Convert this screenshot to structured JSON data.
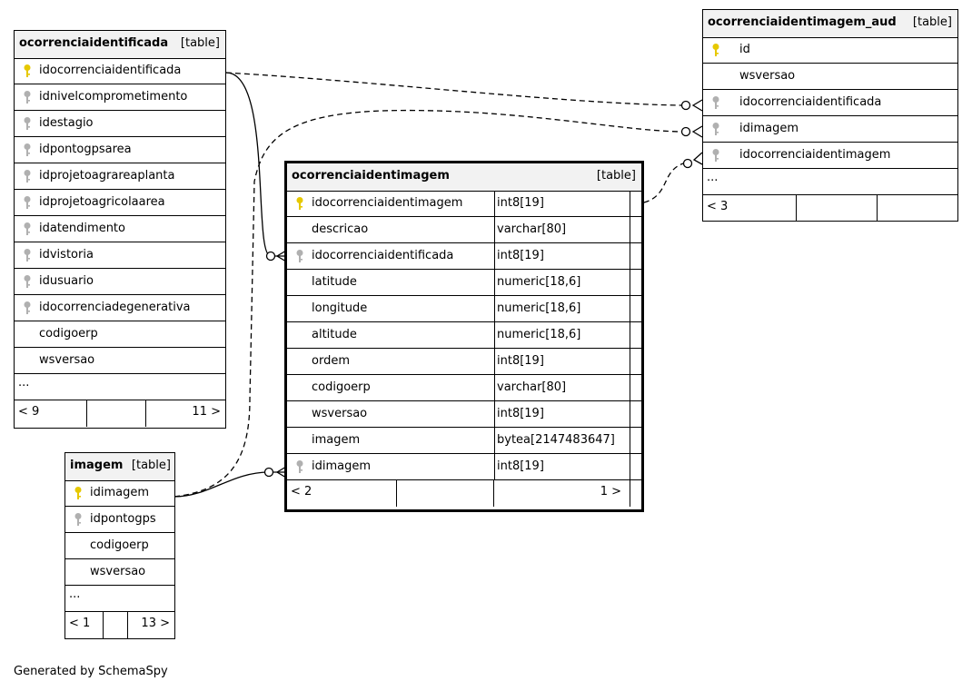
{
  "colors": {
    "primary_key": "#e6c800",
    "foreign_key": "#b0b0b0",
    "header_bg": "#f2f2f2"
  },
  "tables": {
    "ocorrenciaidentificada": {
      "name": "ocorrenciaidentificada",
      "tag": "[table]",
      "columns": [
        {
          "name": "idocorrenciaidentificada",
          "key": "primary"
        },
        {
          "name": "idnivelcomprometimento",
          "key": "foreign"
        },
        {
          "name": "idestagio",
          "key": "foreign"
        },
        {
          "name": "idpontogpsarea",
          "key": "foreign"
        },
        {
          "name": "idprojetoagrareaplanta",
          "key": "foreign"
        },
        {
          "name": "idprojetoagricolaarea",
          "key": "foreign"
        },
        {
          "name": "idatendimento",
          "key": "foreign"
        },
        {
          "name": "idvistoria",
          "key": "foreign"
        },
        {
          "name": "idusuario",
          "key": "foreign"
        },
        {
          "name": "idocorrenciadegenerativa",
          "key": "foreign"
        },
        {
          "name": "codigoerp",
          "key": "none"
        },
        {
          "name": "wsversao",
          "key": "none"
        }
      ],
      "more": "...",
      "footer_left": "< 9",
      "footer_right": "11 >"
    },
    "ocorrenciaidentimagem_aud": {
      "name": "ocorrenciaidentimagem_aud",
      "tag": "[table]",
      "columns": [
        {
          "name": "id",
          "key": "primary"
        },
        {
          "name": "wsversao",
          "key": "none"
        },
        {
          "name": "idocorrenciaidentificada",
          "key": "foreign"
        },
        {
          "name": "idimagem",
          "key": "foreign"
        },
        {
          "name": "idocorrenciaidentimagem",
          "key": "foreign"
        }
      ],
      "more": "...",
      "footer_left": "< 3",
      "footer_right": ""
    },
    "ocorrenciaidentimagem": {
      "name": "ocorrenciaidentimagem",
      "tag": "[table]",
      "columns": [
        {
          "name": "idocorrenciaidentimagem",
          "type": "int8[19]",
          "key": "primary"
        },
        {
          "name": "descricao",
          "type": "varchar[80]",
          "key": "none"
        },
        {
          "name": "idocorrenciaidentificada",
          "type": "int8[19]",
          "key": "foreign"
        },
        {
          "name": "latitude",
          "type": "numeric[18,6]",
          "key": "none"
        },
        {
          "name": "longitude",
          "type": "numeric[18,6]",
          "key": "none"
        },
        {
          "name": "altitude",
          "type": "numeric[18,6]",
          "key": "none"
        },
        {
          "name": "ordem",
          "type": "int8[19]",
          "key": "none"
        },
        {
          "name": "codigoerp",
          "type": "varchar[80]",
          "key": "none"
        },
        {
          "name": "wsversao",
          "type": "int8[19]",
          "key": "none"
        },
        {
          "name": "imagem",
          "type": "bytea[2147483647]",
          "key": "none"
        },
        {
          "name": "idimagem",
          "type": "int8[19]",
          "key": "foreign"
        }
      ],
      "footer_left": "< 2",
      "footer_right": "1 >"
    },
    "imagem": {
      "name": "imagem",
      "tag": "[table]",
      "columns": [
        {
          "name": "idimagem",
          "key": "primary"
        },
        {
          "name": "idpontogps",
          "key": "foreign"
        },
        {
          "name": "codigoerp",
          "key": "none"
        },
        {
          "name": "wsversao",
          "key": "none"
        }
      ],
      "more": "...",
      "footer_left": "< 1",
      "footer_right": "13 >"
    }
  },
  "credit": "Generated by SchemaSpy"
}
